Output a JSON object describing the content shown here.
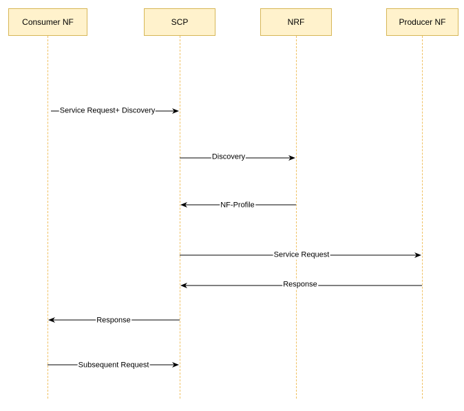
{
  "participants": [
    {
      "id": "consumer",
      "label": "Consumer NF"
    },
    {
      "id": "scp",
      "label": "SCP"
    },
    {
      "id": "nrf",
      "label": "NRF"
    },
    {
      "id": "producer",
      "label": "Producer NF"
    }
  ],
  "messages": [
    {
      "label": "Service Request+ Discovery",
      "from": "Consumer NF",
      "to": "SCP"
    },
    {
      "label": "Discovery",
      "from": "SCP",
      "to": "NRF"
    },
    {
      "label": "NF-Profile",
      "from": "NRF",
      "to": "SCP"
    },
    {
      "label": "Service Request",
      "from": "SCP",
      "to": "Producer NF"
    },
    {
      "label": "Response",
      "from": "Producer NF",
      "to": "SCP"
    },
    {
      "label": "Response",
      "from": "SCP",
      "to": "Consumer NF"
    },
    {
      "label": "Subsequent Request",
      "from": "Consumer NF",
      "to": "SCP"
    }
  ],
  "colors": {
    "participant_fill": "#fff2cc",
    "participant_border": "#d6b656",
    "lifeline": "#f0c060",
    "arrow": "#000000"
  }
}
